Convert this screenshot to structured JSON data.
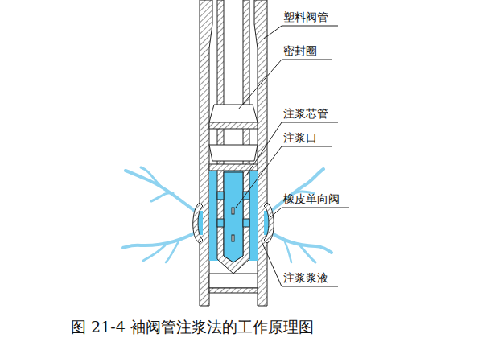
{
  "diagram": {
    "caption": "图 21-4  袖阀管注浆法的工作原理图",
    "labels": [
      "塑料阀管",
      "密封圈",
      "注浆芯管",
      "注浆口",
      "橡皮单向阀",
      "注浆浆液"
    ]
  }
}
